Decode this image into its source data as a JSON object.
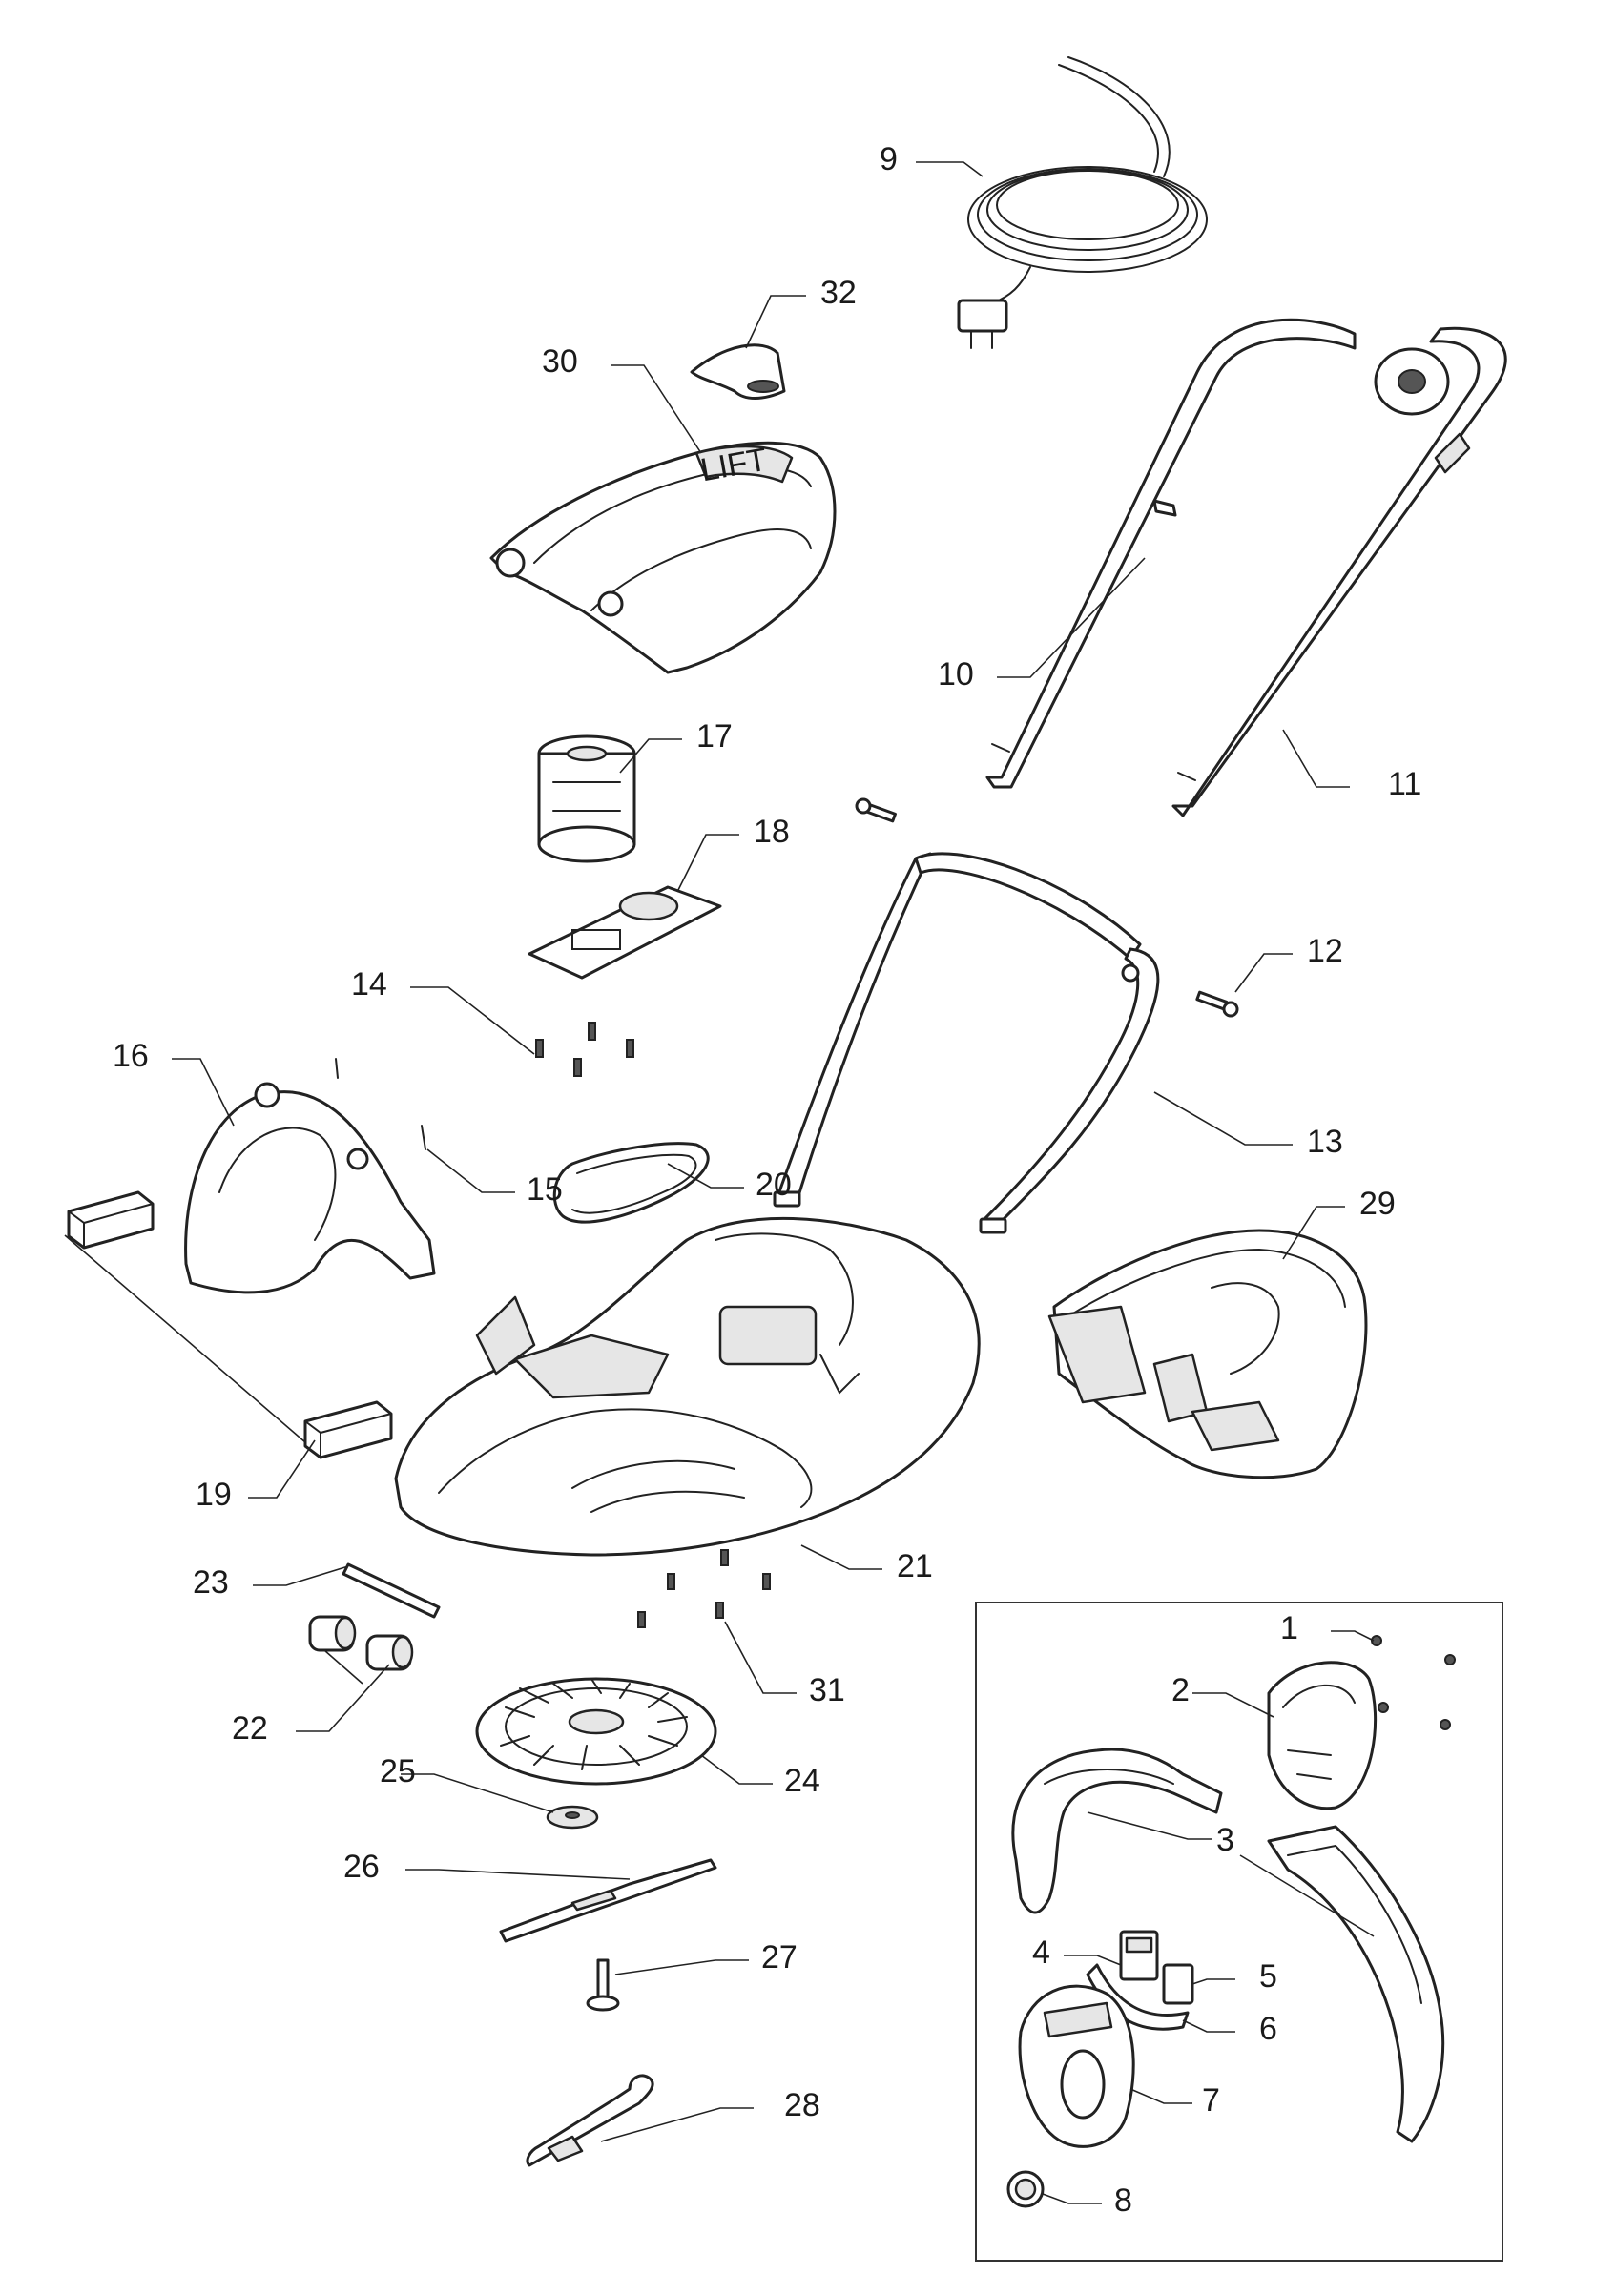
{
  "callouts": [
    {
      "id": "1",
      "label": "1"
    },
    {
      "id": "2",
      "label": "2"
    },
    {
      "id": "3",
      "label": "3"
    },
    {
      "id": "4",
      "label": "4"
    },
    {
      "id": "5",
      "label": "5"
    },
    {
      "id": "6",
      "label": "6"
    },
    {
      "id": "7",
      "label": "7"
    },
    {
      "id": "8",
      "label": "8"
    },
    {
      "id": "9",
      "label": "9"
    },
    {
      "id": "10",
      "label": "10"
    },
    {
      "id": "11",
      "label": "11"
    },
    {
      "id": "12",
      "label": "12"
    },
    {
      "id": "13",
      "label": "13"
    },
    {
      "id": "14",
      "label": "14"
    },
    {
      "id": "15",
      "label": "15"
    },
    {
      "id": "16",
      "label": "16"
    },
    {
      "id": "17",
      "label": "17"
    },
    {
      "id": "18",
      "label": "18"
    },
    {
      "id": "19",
      "label": "19"
    },
    {
      "id": "20",
      "label": "20"
    },
    {
      "id": "21",
      "label": "21"
    },
    {
      "id": "22",
      "label": "22"
    },
    {
      "id": "23",
      "label": "23"
    },
    {
      "id": "24",
      "label": "24"
    },
    {
      "id": "25",
      "label": "25"
    },
    {
      "id": "26",
      "label": "26"
    },
    {
      "id": "27",
      "label": "27"
    },
    {
      "id": "28",
      "label": "28"
    },
    {
      "id": "29",
      "label": "29"
    },
    {
      "id": "30",
      "label": "30"
    },
    {
      "id": "31",
      "label": "31"
    },
    {
      "id": "32",
      "label": "32"
    }
  ],
  "cover_embossing": "LIFT"
}
